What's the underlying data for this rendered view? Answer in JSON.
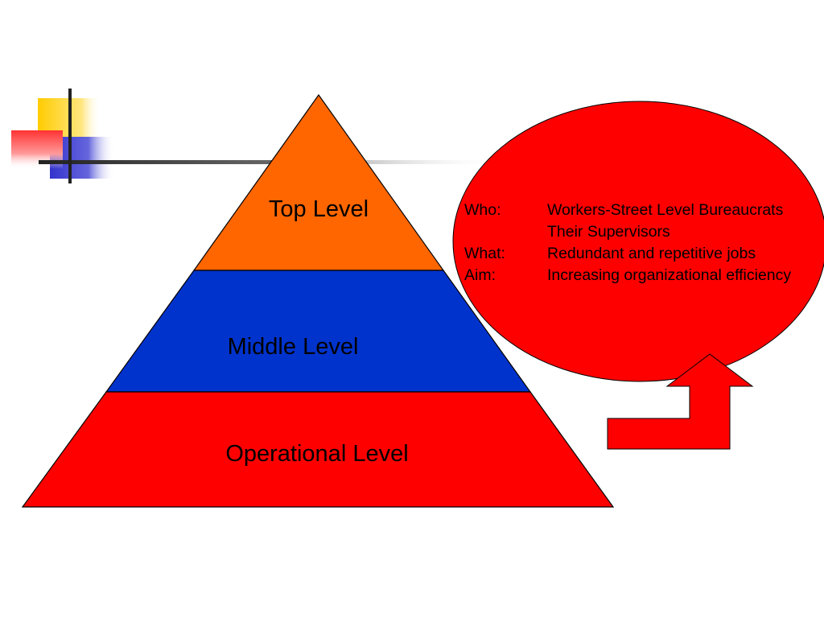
{
  "pyramid": {
    "levels": [
      {
        "label": "Top Level",
        "color": "#ff6600"
      },
      {
        "label": "Middle Level",
        "color": "#0033cc"
      },
      {
        "label": "Operational Level",
        "color": "#ff0000"
      }
    ]
  },
  "callout": {
    "ellipse_color": "#ff0000",
    "arrow_color": "#ff0000",
    "rows": [
      {
        "key": "Who:",
        "value": "Workers-Street Level Bureaucrats"
      },
      {
        "key": "",
        "value": "Their Supervisors"
      },
      {
        "key": "What:",
        "value": "Redundant and repetitive jobs"
      },
      {
        "key": "Aim:",
        "value": "Increasing organizational efficiency"
      }
    ]
  },
  "decoration": {
    "yellow": "#ffcc00",
    "red": "#ff3333",
    "blue": "#3333cc",
    "line": "#333333"
  }
}
